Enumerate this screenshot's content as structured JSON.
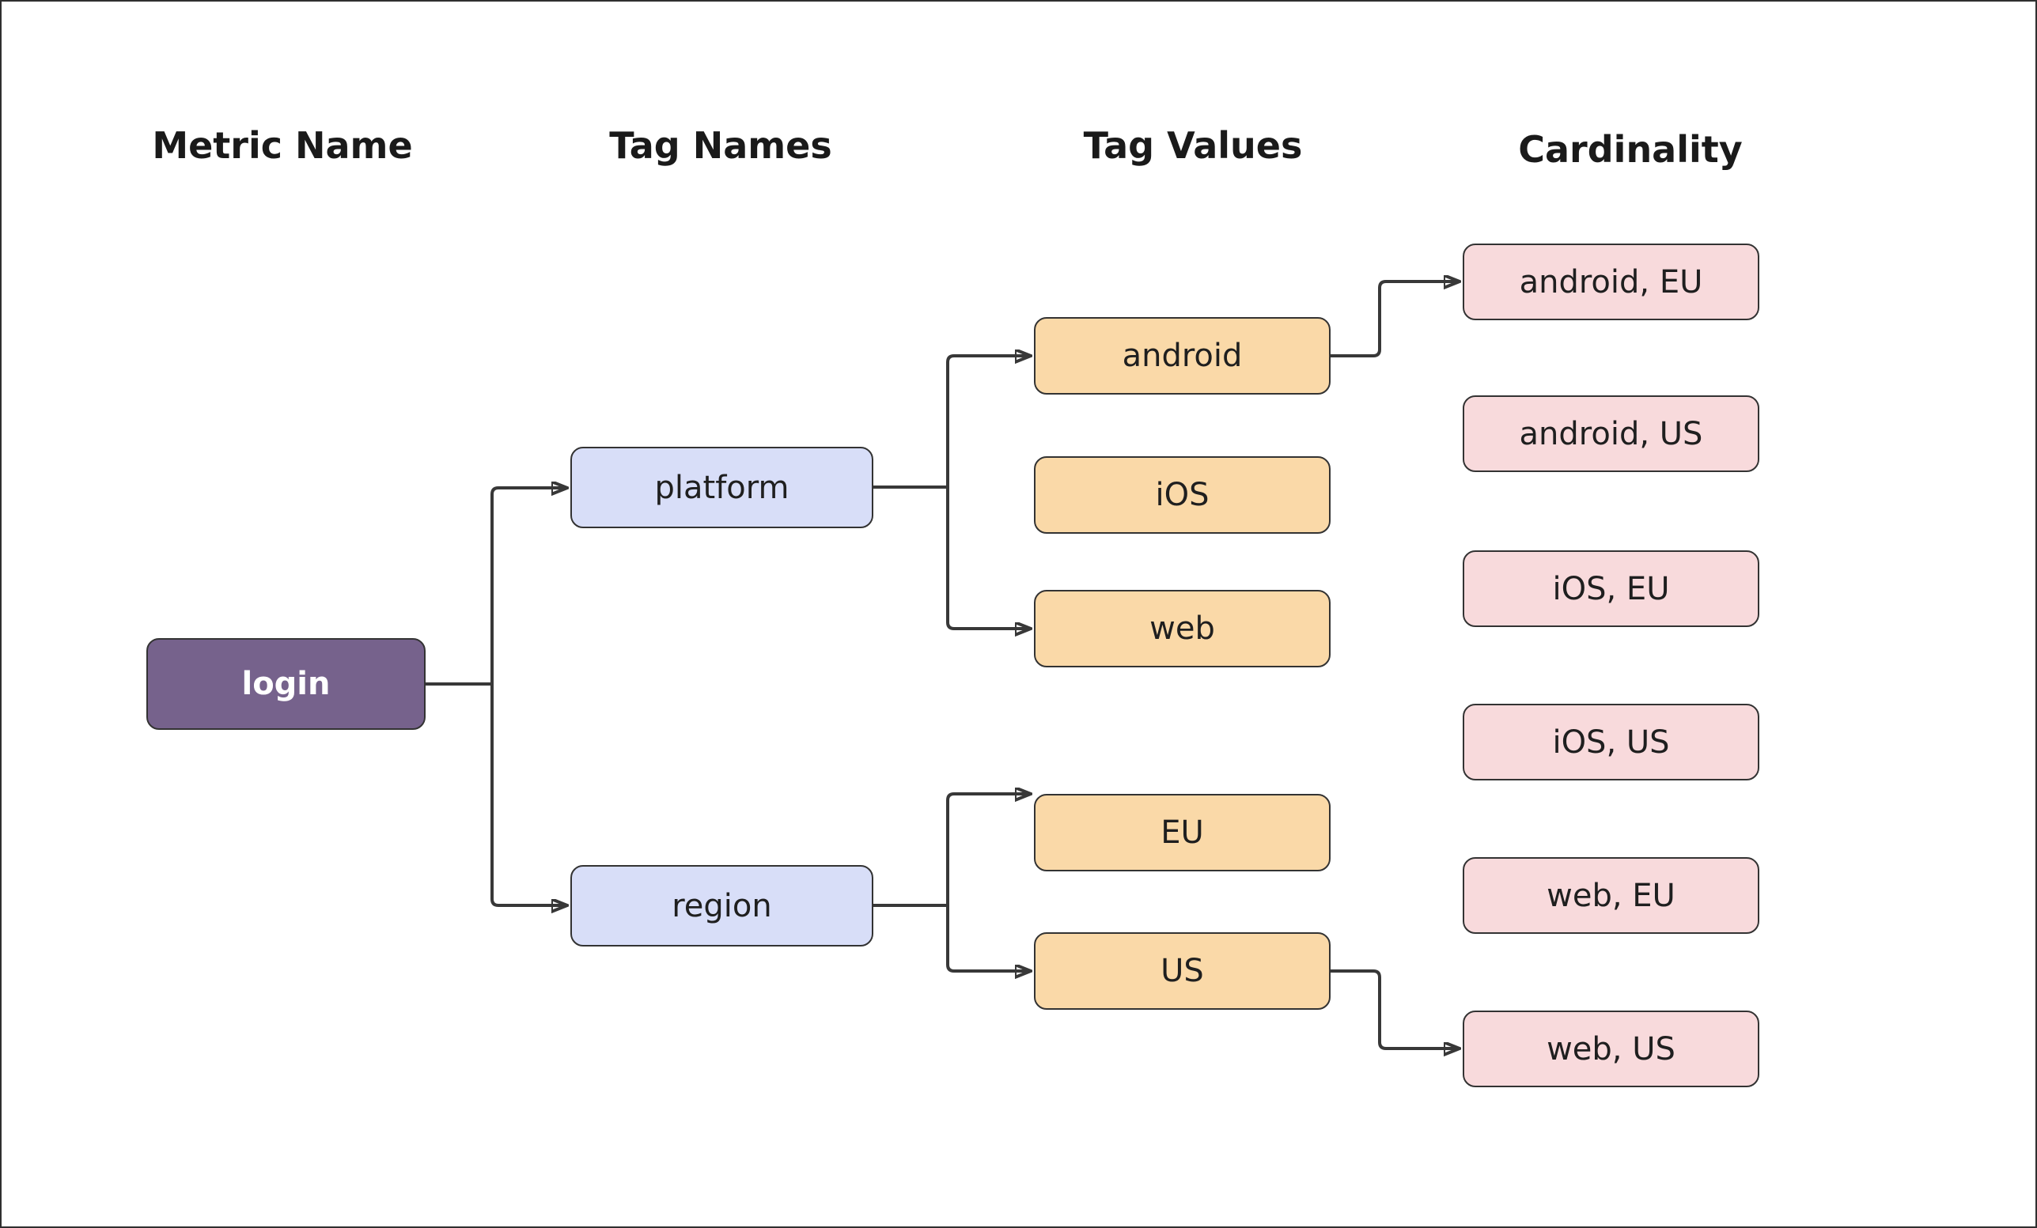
{
  "diagram": {
    "columns": [
      {
        "id": "metric-name",
        "label": "Metric Name"
      },
      {
        "id": "tag-names",
        "label": "Tag Names"
      },
      {
        "id": "tag-values",
        "label": "Tag Values"
      },
      {
        "id": "cardinality",
        "label": "Cardinality"
      }
    ],
    "nodes": {
      "login": {
        "label": "login",
        "type": "metric-name"
      },
      "platform": {
        "label": "platform",
        "type": "tag-name"
      },
      "region": {
        "label": "region",
        "type": "tag-name"
      },
      "android": {
        "label": "android",
        "type": "tag-value"
      },
      "ios": {
        "label": "iOS",
        "type": "tag-value"
      },
      "web": {
        "label": "web",
        "type": "tag-value"
      },
      "eu": {
        "label": "EU",
        "type": "tag-value"
      },
      "us": {
        "label": "US",
        "type": "tag-value"
      },
      "android_eu": {
        "label": "android, EU",
        "type": "cardinality"
      },
      "android_us": {
        "label": "android, US",
        "type": "cardinality"
      },
      "ios_eu": {
        "label": "iOS, EU",
        "type": "cardinality"
      },
      "ios_us": {
        "label": "iOS, US",
        "type": "cardinality"
      },
      "web_eu": {
        "label": "web, EU",
        "type": "cardinality"
      },
      "web_us": {
        "label": "web, US",
        "type": "cardinality"
      }
    },
    "edges": [
      {
        "from": "login",
        "to": "platform"
      },
      {
        "from": "login",
        "to": "region"
      },
      {
        "from": "platform",
        "to": "android"
      },
      {
        "from": "platform",
        "to": "web"
      },
      {
        "from": "android",
        "to": "android_eu"
      },
      {
        "from": "region",
        "to": "eu"
      },
      {
        "from": "region",
        "to": "us"
      },
      {
        "from": "us",
        "to": "web_us"
      }
    ],
    "colors": {
      "metric_fill": "#76628C",
      "metric_text": "#ffffff",
      "tag_name_fill": "#D8DEF8",
      "tag_value_fill": "#FAD9A8",
      "cardinality_fill": "#F8DADC",
      "node_border": "#333333",
      "edge_stroke": "#383838",
      "heading_text": "#1a1a1a",
      "node_text": "#1f1f1f",
      "background": "#ffffff"
    }
  }
}
